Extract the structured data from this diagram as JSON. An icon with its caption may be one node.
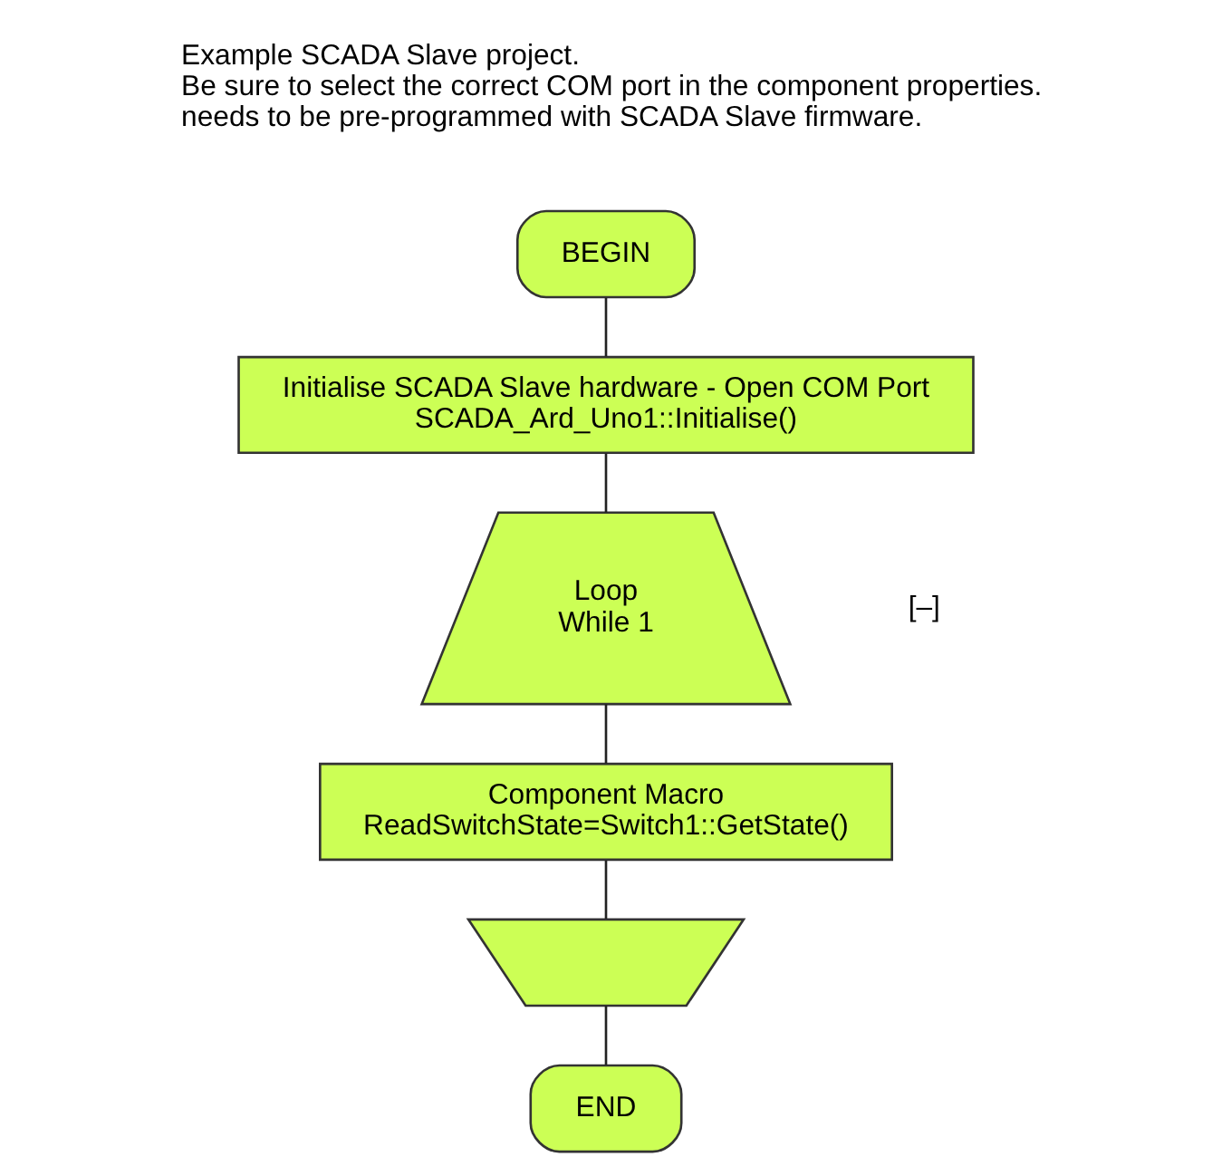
{
  "diagram": {
    "nodes": [
      {
        "text": [
          "BEGIN"
        ]
      },
      {
        "text": [
          "Initialise SCADA Slave hardware - Open COM Port",
          "SCADA_Ard_Uno1::Initialise()"
        ]
      },
      {
        "text": [
          "Loop",
          "While 1"
        ]
      },
      {
        "text": [
          "Component Macro",
          "ReadSwitchState=Switch1::GetState()"
        ]
      },
      {
        "text": [],
        "shape": "box"
      },
      {
        "text": [
          "END"
        ]
      }
    ],
    "edges": [
      {
        "from": 0,
        "to": 1,
        "arrow": "none"
      },
      {
        "from": 1,
        "to": 2,
        "arrow": "none"
      },
      {
        "from": 2,
        "to": 3,
        "arrow": "none"
      },
      {
        "from": 3,
        "to": 4,
        "arrow": "none"
      },
      {
        "from": 4,
        "to": 5,
        "arrow": "none"
      }
    ],
    "labels": [
      "Example SCADA Slave project.",
      "Be sure to select the correct COM port in the component properties.",
      "needs to be pre-programmed with SCADA Slave firmware.",
      "[–]"
    ]
  }
}
